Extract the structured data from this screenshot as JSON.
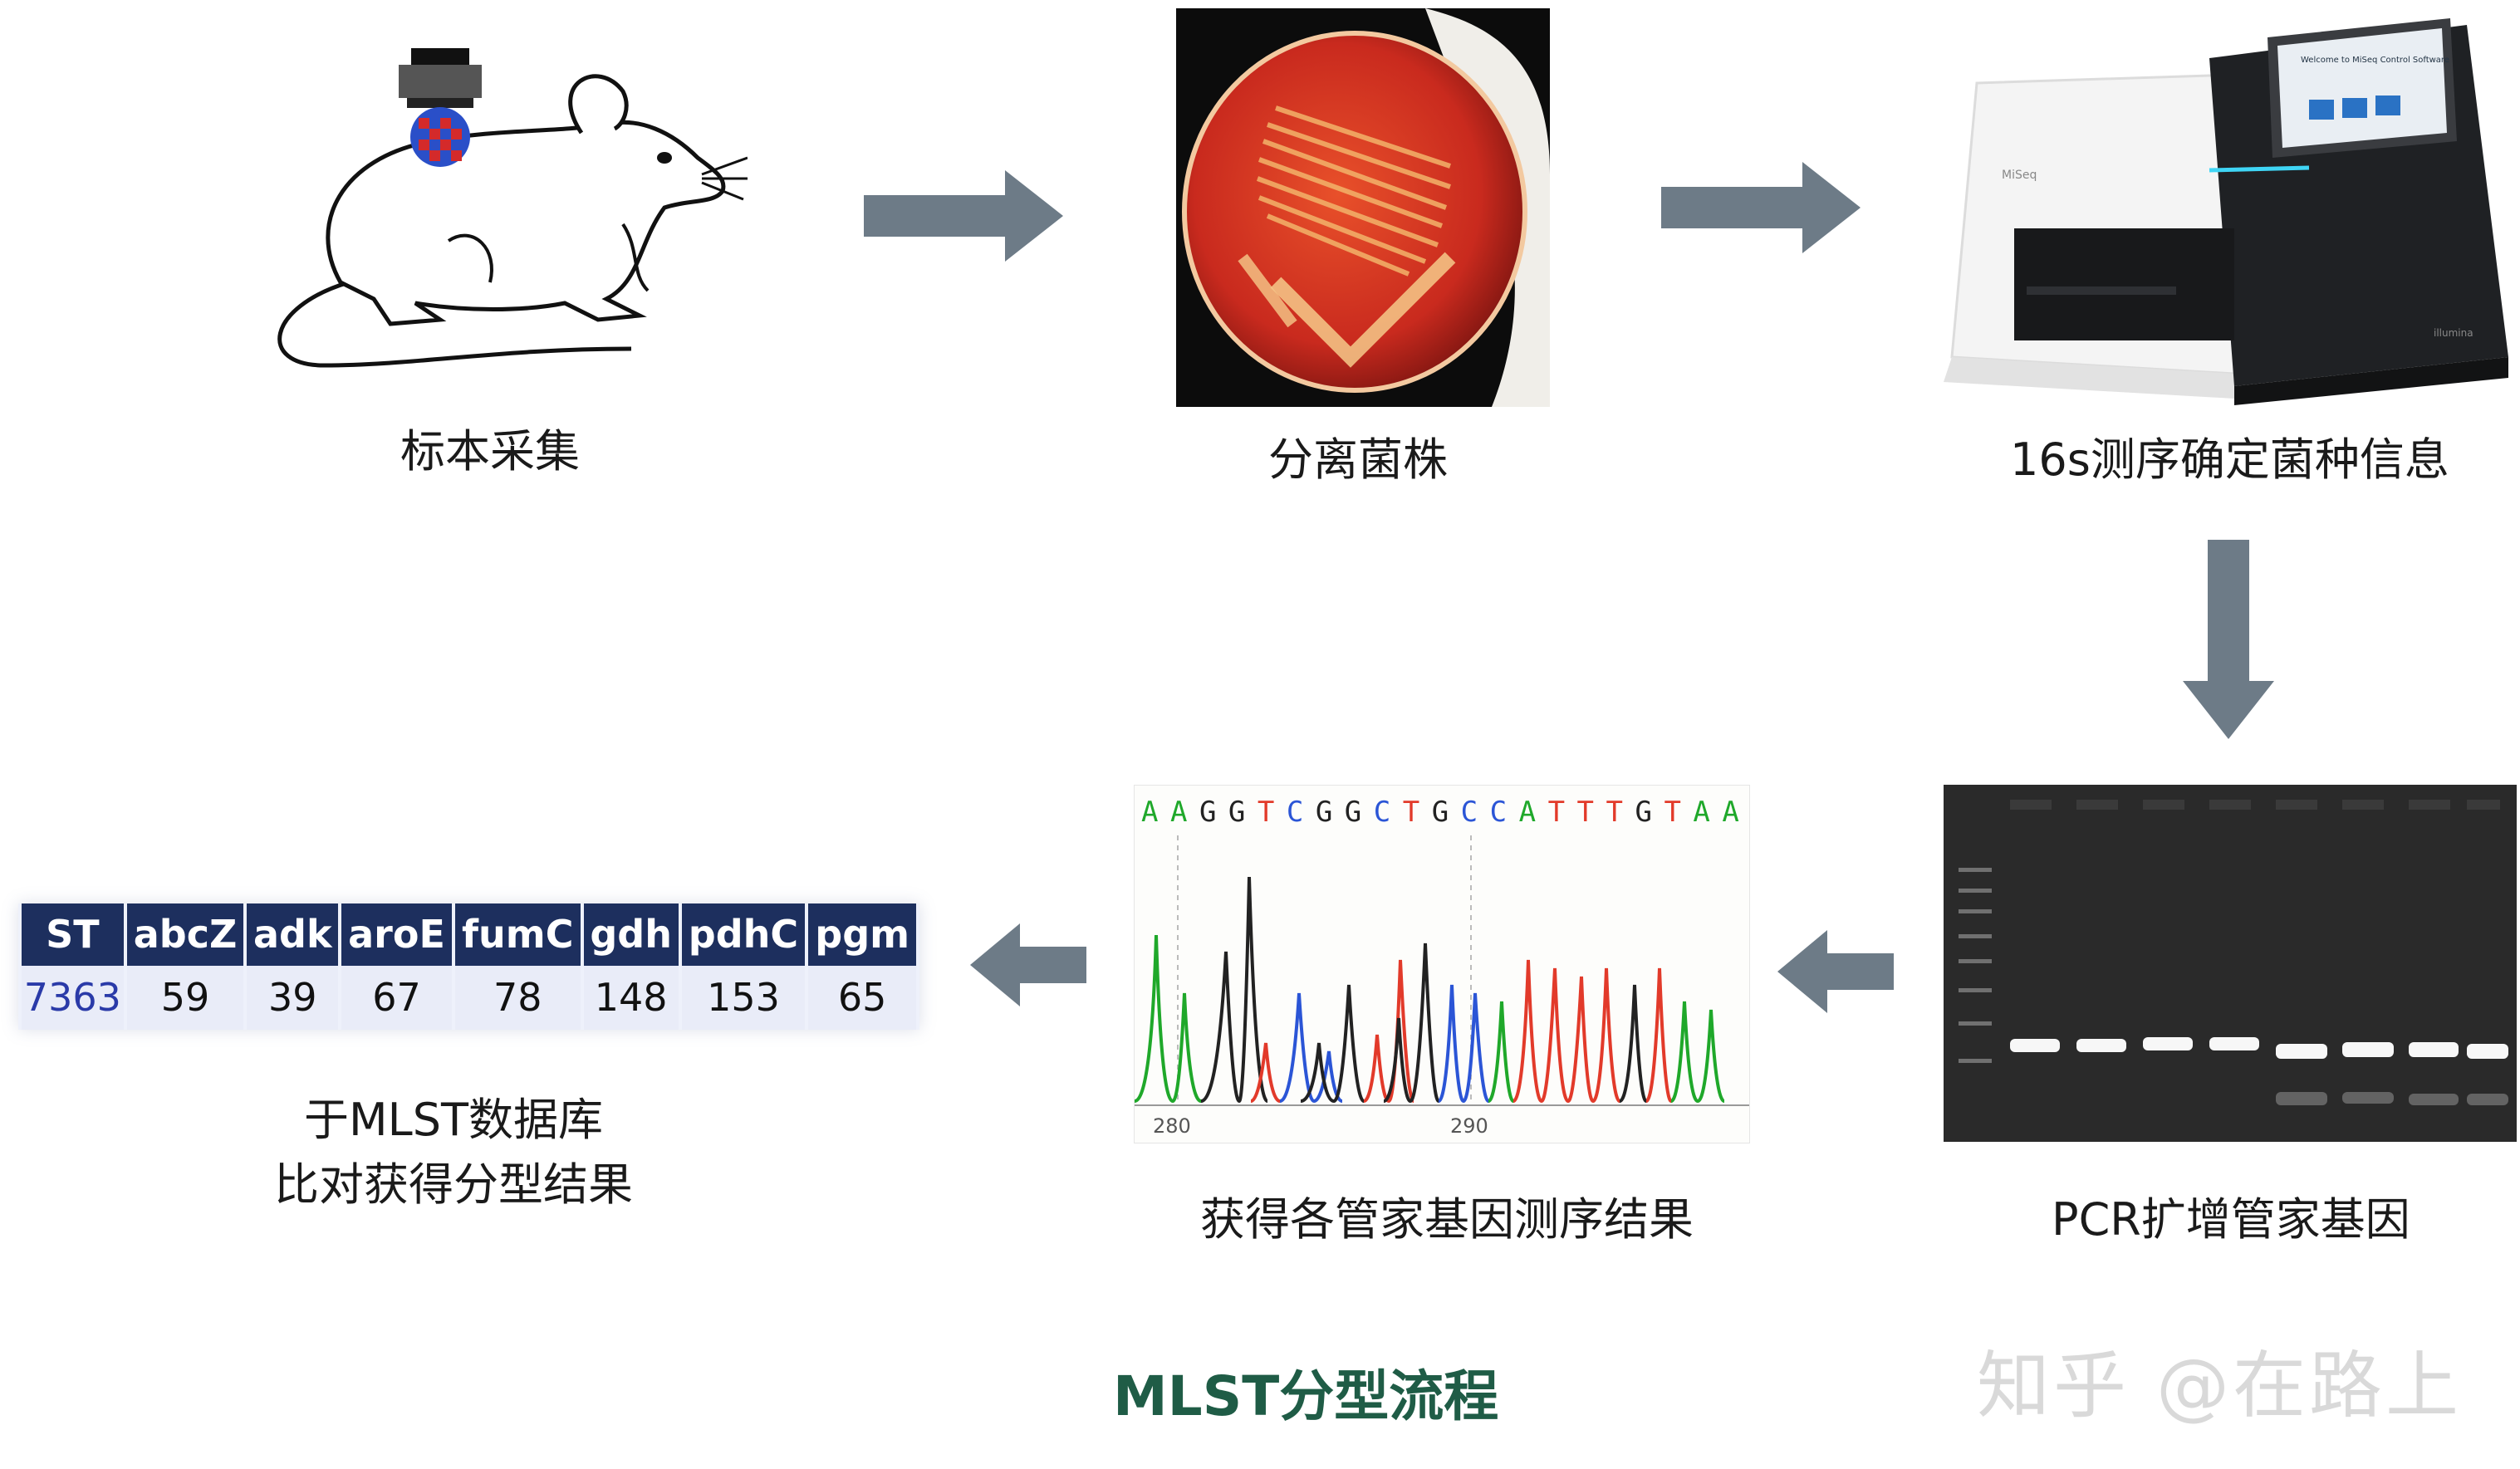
{
  "steps": {
    "s1": "标本采集",
    "s2": "分离菌株",
    "s3": "16s测序确定菌种信息",
    "s4": "PCR扩增管家基因",
    "s5": "获得各管家基因测序结果",
    "s6_line1": "于MLST数据库",
    "s6_line2": "比对获得分型结果"
  },
  "sequence": {
    "bases": [
      "A",
      "A",
      "G",
      "G",
      "T",
      "C",
      "G",
      "G",
      "C",
      "T",
      "G",
      "C",
      "C",
      "A",
      "T",
      "T",
      "T",
      "G",
      "T",
      "A",
      "A"
    ],
    "axis_ticks": [
      "280",
      "290"
    ]
  },
  "mlst_table": {
    "headers": [
      "ST",
      "abcZ",
      "adk",
      "aroE",
      "fumC",
      "gdh",
      "pdhC",
      "pgm"
    ],
    "values": [
      "7363",
      "59",
      "39",
      "67",
      "78",
      "148",
      "153",
      "65"
    ]
  },
  "instrument": {
    "screen_text": "Welcome to MiSeq Control Software",
    "brand": "MiSeq",
    "maker": "illumina"
  },
  "title": "MLST分型流程",
  "watermark": "知乎 @在路上",
  "colors": {
    "arrow": "#6d7b87",
    "title": "#1f5c46",
    "table_header": "#1d2f5e",
    "base_A": "#1fa82a",
    "base_C": "#2b55d6",
    "base_G": "#222222",
    "base_T": "#e23a2a"
  }
}
